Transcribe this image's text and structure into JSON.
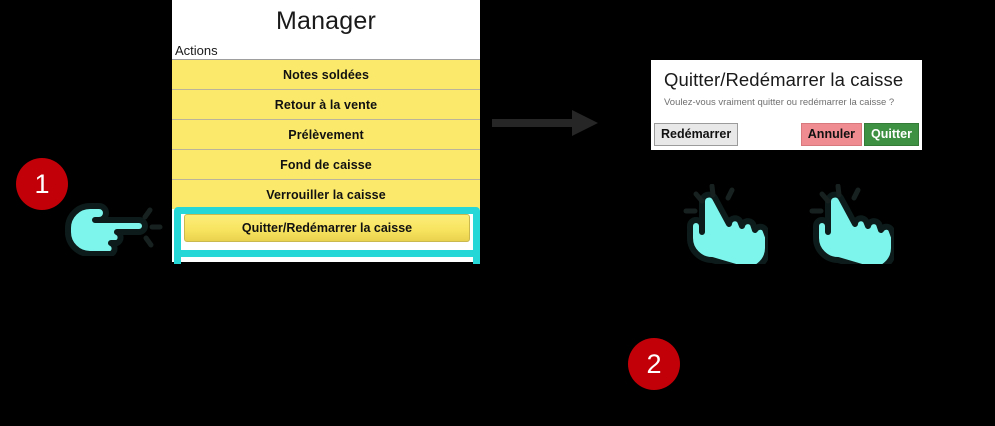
{
  "steps": [
    {
      "number": "1"
    },
    {
      "number": "2"
    }
  ],
  "manager_panel": {
    "title": "Manager",
    "section_label": "Actions",
    "menu_items": [
      {
        "label": "Notes soldées"
      },
      {
        "label": "Retour à la vente"
      },
      {
        "label": "Prélèvement"
      },
      {
        "label": "Fond de caisse"
      },
      {
        "label": "Verrouiller la caisse"
      }
    ],
    "highlighted_item": {
      "label": "Quitter/Redémarrer la caisse"
    }
  },
  "dialog": {
    "title": "Quitter/Redémarrer la caisse",
    "message": "Voulez-vous vraiment quitter ou redémarrer la caisse ?",
    "buttons": {
      "restart": "Redémarrer",
      "cancel": "Annuler",
      "quit": "Quitter"
    }
  },
  "colors": {
    "background": "#000000",
    "badge": "#C10007",
    "menu_item": "#FAE96B",
    "highlight": "#26D7D7",
    "hand": "#7DF5EC",
    "arrow": "#262626",
    "cancel_button": "#EE8C91",
    "quit_button": "#3E9142"
  },
  "icons": {
    "flow_arrow": "arrow-right-icon",
    "hand_right": "hand-pointing-right-icon",
    "hand_up": "hand-tap-icon"
  }
}
